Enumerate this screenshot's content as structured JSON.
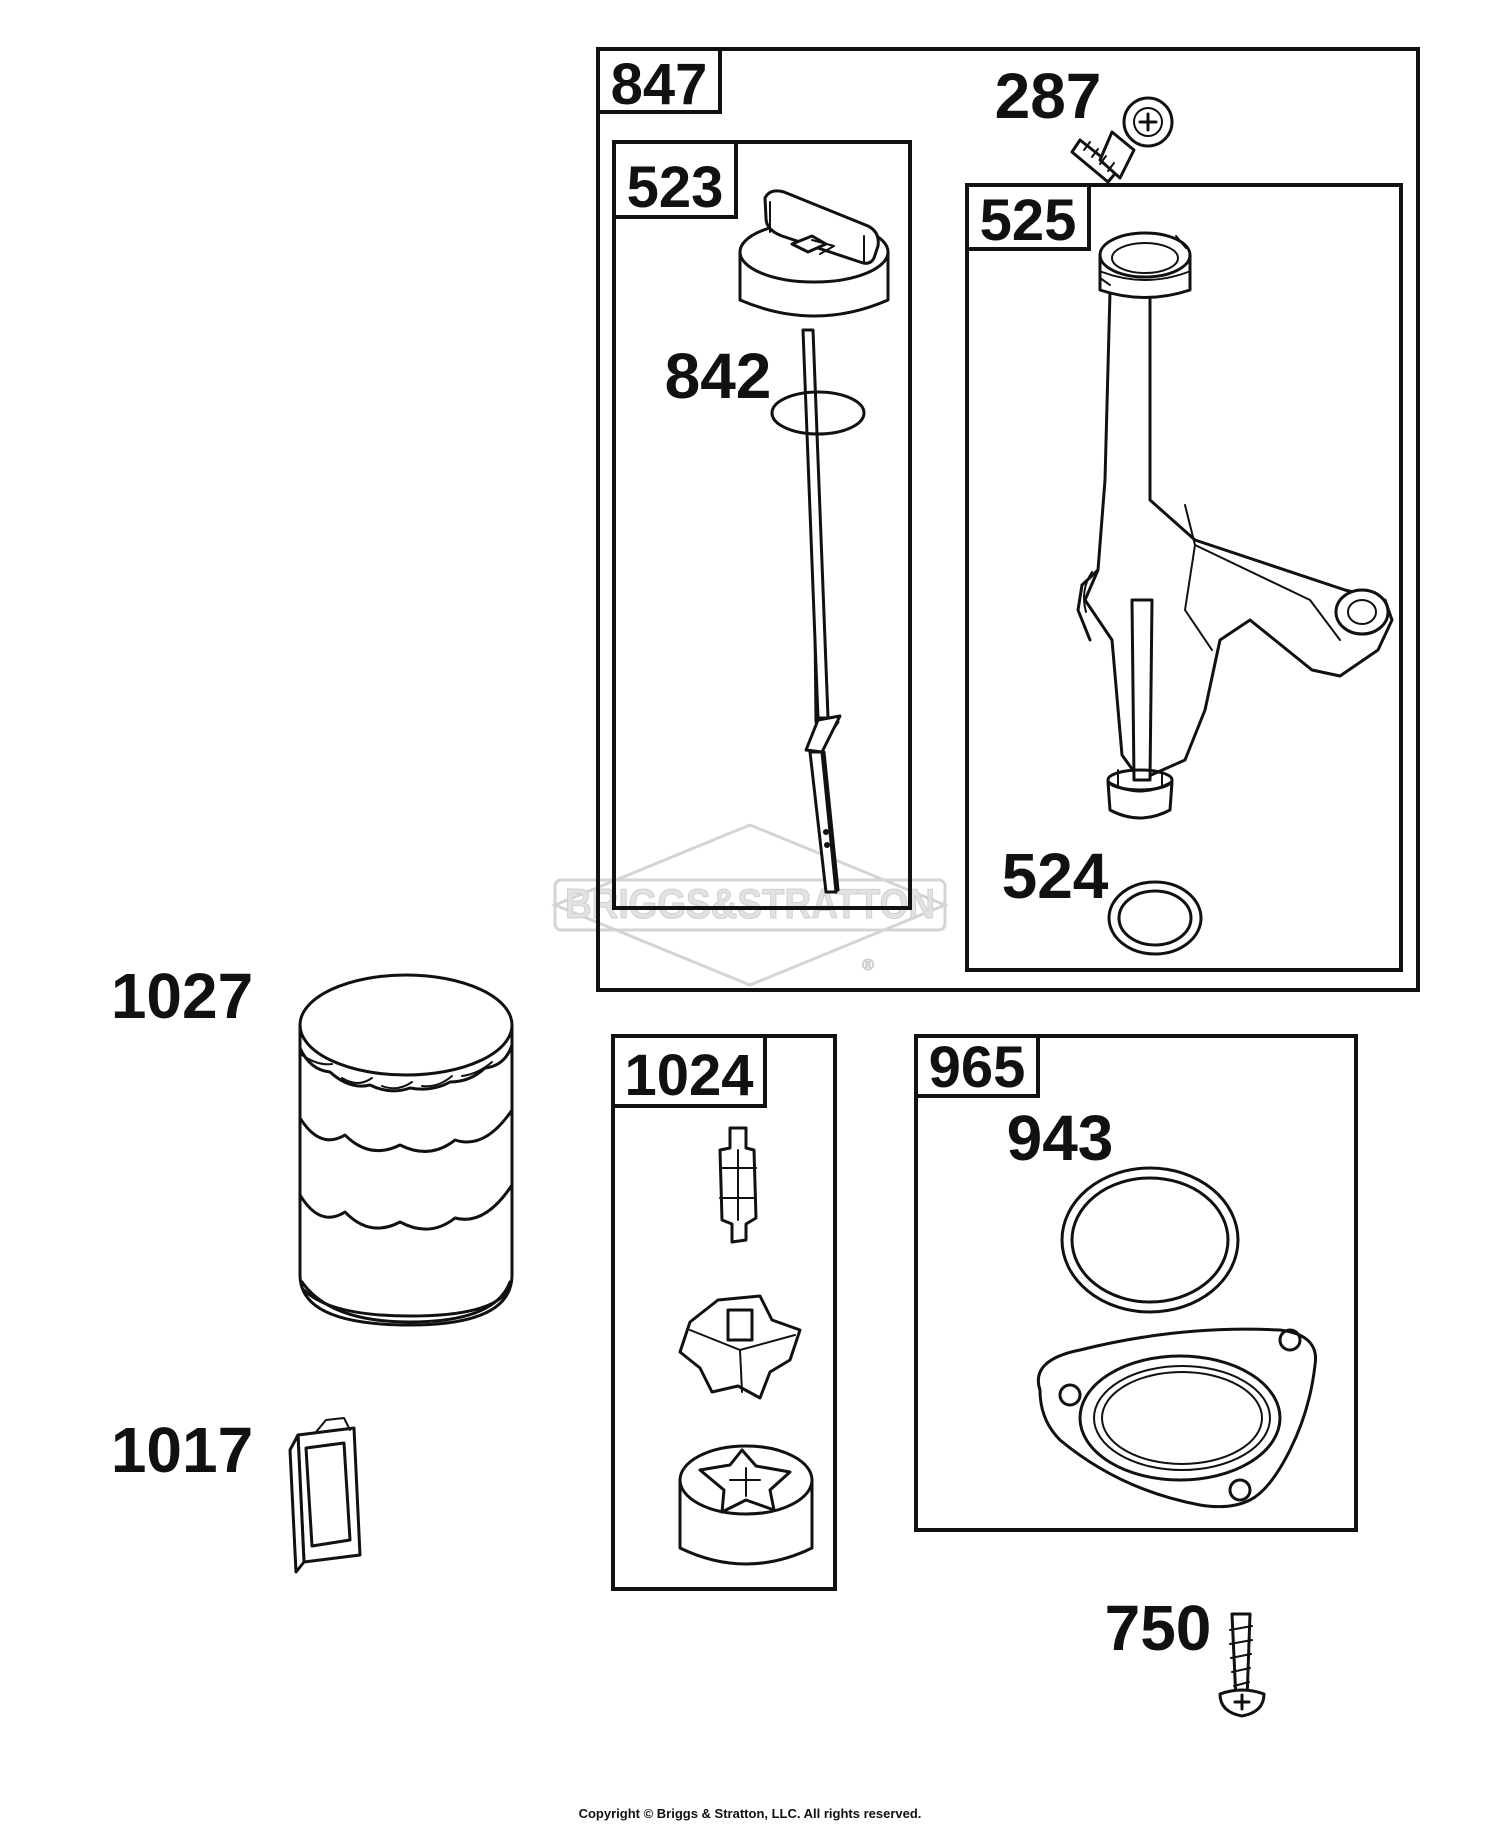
{
  "watermark": {
    "text": "BRIGGS&STRATTON",
    "mark": "®"
  },
  "kits": [
    {
      "id": "kit-847",
      "tag": "847"
    },
    {
      "id": "kit-523",
      "tag": "523"
    },
    {
      "id": "kit-525",
      "tag": "525"
    },
    {
      "id": "kit-1024",
      "tag": "1024"
    },
    {
      "id": "kit-965",
      "tag": "965"
    }
  ],
  "part_labels": [
    {
      "id": "287",
      "text": "287"
    },
    {
      "id": "842",
      "text": "842"
    },
    {
      "id": "524",
      "text": "524"
    },
    {
      "id": "1027",
      "text": "1027"
    },
    {
      "id": "1017",
      "text": "1017"
    },
    {
      "id": "943",
      "text": "943"
    },
    {
      "id": "750",
      "text": "750"
    }
  ],
  "footer": {
    "copyright": "Copyright © Briggs & Stratton, LLC. All rights reserved."
  }
}
